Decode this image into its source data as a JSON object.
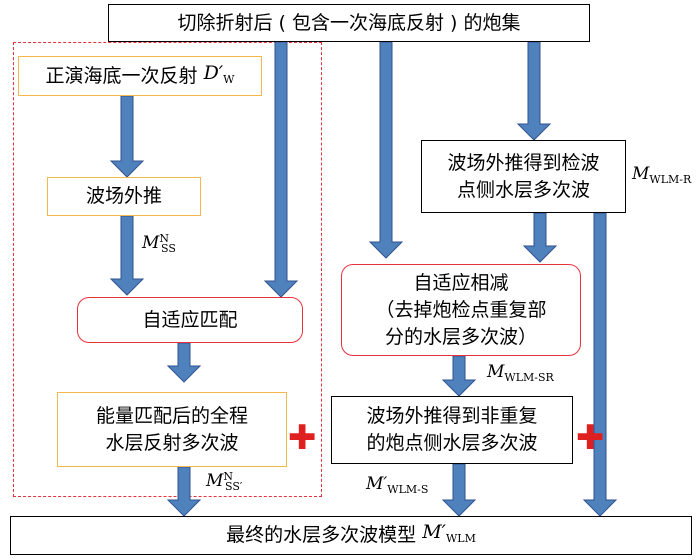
{
  "nodes": {
    "top": "切除折射后 ( 包含一次海底反射 ) 的炮集",
    "forward_prefix": "正演海底一次反射 ",
    "forward_symbol": "D′",
    "forward_sub": "W",
    "extrap": "波场外推",
    "match": "自适应匹配",
    "energy_line1": "能量匹配后的全程",
    "energy_line2": "水层反射多次波",
    "receiver_line1": "波场外推得到检波",
    "receiver_line2": "点侧水层多次波",
    "subtract_line1": "自适应相减",
    "subtract_line2": "（去掉炮检点重复部",
    "subtract_line3": "分的水层多次波）",
    "nonrepeat_line1": "波场外推得到非重复",
    "nonrepeat_line2": "的炮点侧水层多次波",
    "final_prefix": "最终的水层多次波模型 ",
    "final_symbol": "M′",
    "final_sub": "WLM"
  },
  "labels": {
    "mss": {
      "symbol": "M",
      "sup": "N",
      "sub": "SS"
    },
    "mss_prime": {
      "symbol": "M",
      "sup": "N",
      "sub": "SS′"
    },
    "wlm_r": {
      "symbol": "M",
      "sub": "WLM-R"
    },
    "wlm_sr": {
      "symbol": "M",
      "sub": "WLM-SR"
    },
    "wlm_s": {
      "symbol": "M′",
      "sub": "WLM-S"
    }
  },
  "plus_sign": "✚",
  "colors": {
    "arrow": "#4f81bd",
    "arrow_stroke": "#2f528f",
    "dashed": "#e8313e",
    "yellow_border": "#f2b84b",
    "plus": "#e02020"
  }
}
